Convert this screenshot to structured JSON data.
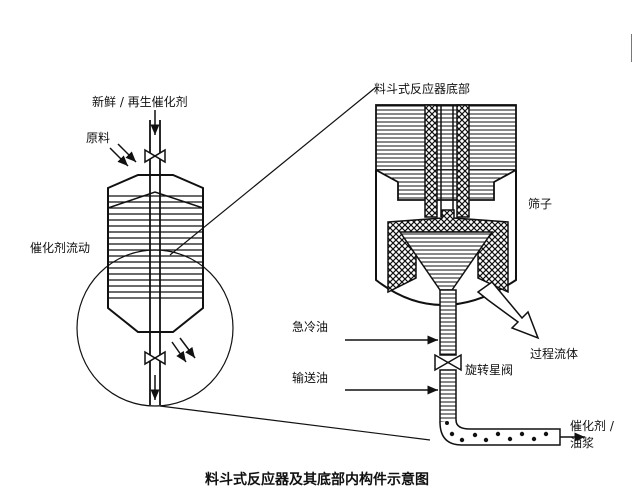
{
  "labels": {
    "fresh_regen_catalyst": "新鲜 / 再生催化剂",
    "feed": "原料",
    "catalyst_flow": "催化剂流动",
    "hopper_bottom_title": "料斗式反应器底部",
    "screen": "筛子",
    "quench_oil": "急冷油",
    "process_fluid": "过程流体",
    "rotary_star_valve": "旋转星阀",
    "conveying_oil": "输送油",
    "catalyst_slurry_line1": "催化剂 /",
    "catalyst_slurry_line2": "油浆"
  },
  "caption": "料斗式反应器及其底部内构件示意图"
}
